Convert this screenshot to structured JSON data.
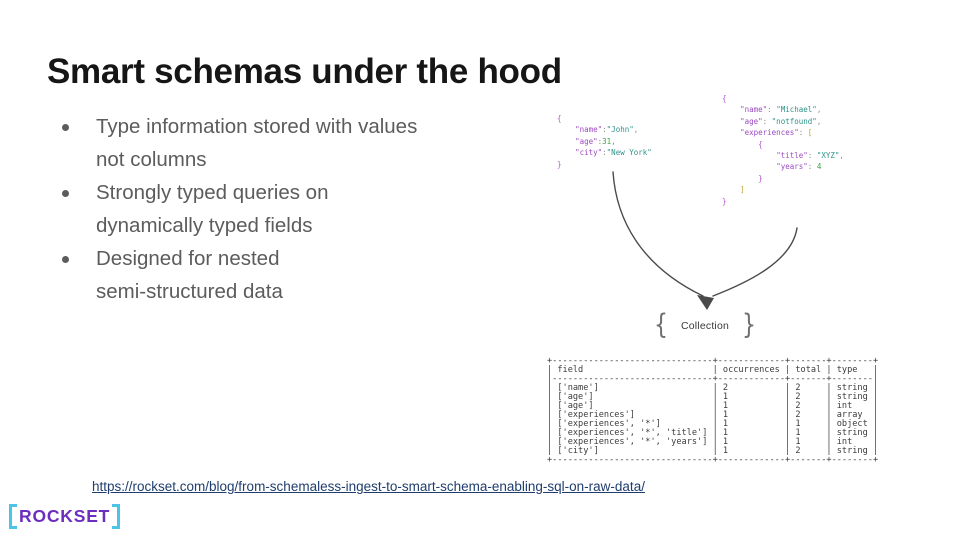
{
  "slide": {
    "title": "Smart schemas under the hood",
    "bullets": [
      {
        "lines": [
          "Type information stored with values",
          "not columns"
        ]
      },
      {
        "lines": [
          "Strongly typed queries on",
          "dynamically typed fields"
        ]
      },
      {
        "lines": [
          "Designed for nested",
          "semi-structured data"
        ]
      }
    ],
    "link": "https://rockset.com/blog/from-schemaless-ingest-to-smart-schema-enabling-sql-on-raw-data/",
    "logo_text": "ROCKSET"
  },
  "diagram": {
    "json_left": [
      "{",
      "    \"name\":\"John\",",
      "    \"age\":31,",
      "    \"city\":\"New York\"",
      "}"
    ],
    "json_right": [
      "{",
      "    \"name\": \"Michael\",",
      "    \"age\": \"notfound\",",
      "    \"experiences\": [",
      "        {",
      "            \"title\": \"XYZ\",",
      "            \"years\": 4",
      "        }",
      "    ]",
      "}"
    ],
    "collection": {
      "brace_left": "{",
      "label": "Collection",
      "brace_right": "}"
    }
  },
  "schema_table": {
    "headers": [
      "field",
      "occurrences",
      "total",
      "type"
    ],
    "rows": [
      [
        "['name']",
        "2",
        "2",
        "string"
      ],
      [
        "['age']",
        "1",
        "2",
        "string"
      ],
      [
        "['age']",
        "1",
        "2",
        "int"
      ],
      [
        "['experiences']",
        "1",
        "2",
        "array"
      ],
      [
        "['experiences', '*']",
        "1",
        "1",
        "object"
      ],
      [
        "['experiences', '*', 'title']",
        "1",
        "1",
        "string"
      ],
      [
        "['experiences', '*', 'years']",
        "1",
        "1",
        "int"
      ],
      [
        "['city']",
        "1",
        "2",
        "string"
      ]
    ]
  },
  "colors": {
    "json_key": "#9c4bc2",
    "json_string": "#2d9388",
    "json_number": "#3fa344",
    "json_brace": "#b052c8",
    "json_bracket": "#c2a633",
    "link": "#1f3d6e",
    "logo_purple": "#6b2fc0",
    "logo_teal": "#4ec3e8"
  }
}
